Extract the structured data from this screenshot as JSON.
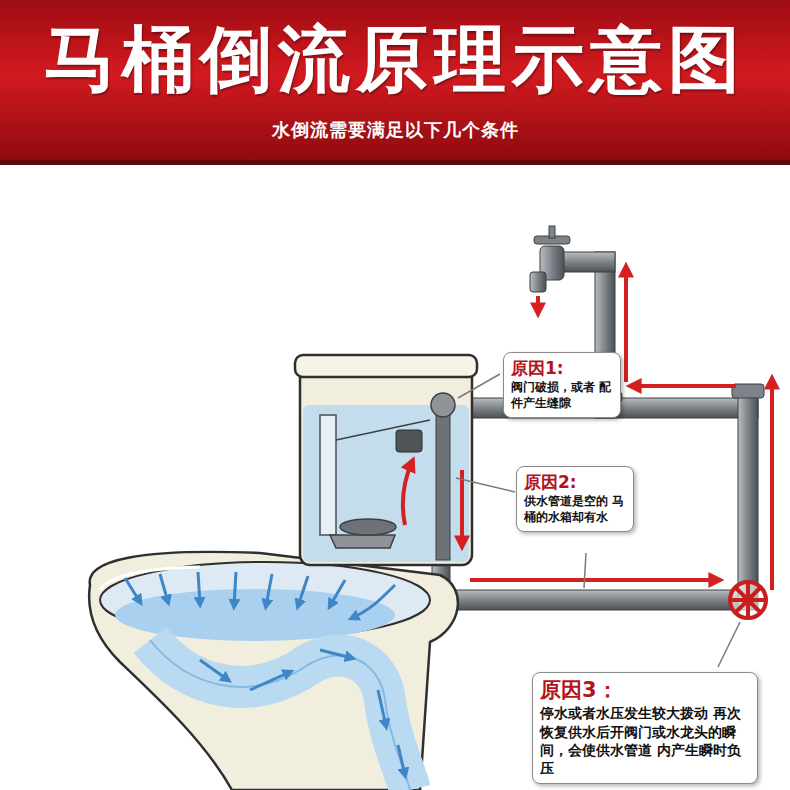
{
  "diagram": {
    "title": "马桶倒流原理示意图",
    "caption": "水倒流需要满足以下几个条件",
    "nodes": [
      {
        "text": [
          "原因1:",
          "阀门破损，或者 配件产生缝隙"
        ]
      },
      {
        "text": [
          "原因2:",
          "供水管道是空的 马桶的水箱却有水"
        ]
      },
      {
        "text": [
          "原因3：",
          "停水或者水压发生较大拨动 再次恢复供水后开阀门或水龙头的瞬间，会使供水管道 内产生瞬时负压"
        ]
      }
    ]
  }
}
